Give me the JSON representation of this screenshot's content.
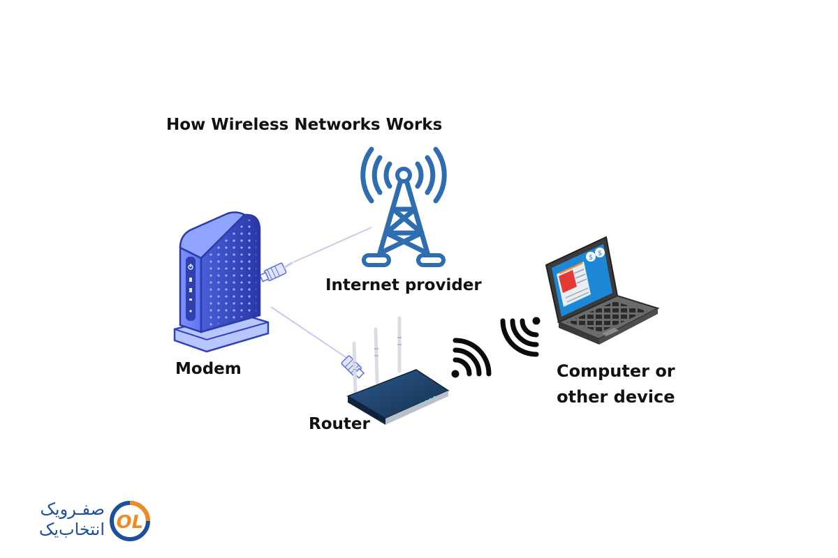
{
  "title": "How Wireless Networks Works",
  "nodes": {
    "internet_provider": "Internet provider",
    "modem": "Modem",
    "router": "Router",
    "device_line1": "Computer or",
    "device_line2": "other device"
  },
  "brand": {
    "line1": "صفـرویک",
    "line2": "انتخاب‌یک"
  },
  "colors": {
    "tower_blue": "#2e6db0",
    "modem_blue": "#5a6fe3",
    "router_navy": "#1f3d63",
    "cable": "#b9c4e8",
    "brand_blue": "#1d4f9c",
    "brand_orange": "#f08a24"
  },
  "icons": [
    "cell-tower-icon",
    "modem-icon",
    "router-icon",
    "laptop-icon",
    "wifi-signal-icon",
    "ethernet-plug-icon"
  ]
}
